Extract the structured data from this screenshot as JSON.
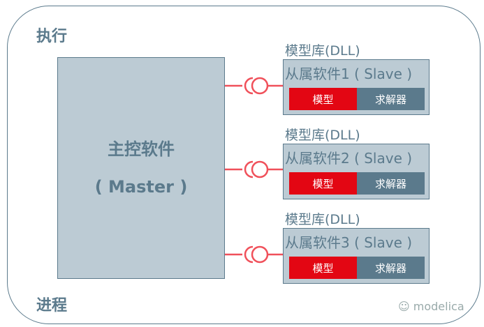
{
  "labels": {
    "top_left": "执行",
    "bottom_left": "进程"
  },
  "master": {
    "title": "主控软件",
    "subtitle": "( Master )"
  },
  "slaves": [
    {
      "library": "模型库(DLL)",
      "title": "从属软件1 ( Slave )",
      "model": "模型",
      "solver": "求解器"
    },
    {
      "library": "模型库(DLL)",
      "title": "从属软件2 ( Slave )",
      "model": "模型",
      "solver": "求解器"
    },
    {
      "library": "模型库(DLL)",
      "title": "从属软件3 ( Slave )",
      "model": "模型",
      "solver": "求解器"
    }
  ],
  "watermark": "modelica",
  "colors": {
    "accent": "#5b7a8c",
    "fill": "#bccbd4",
    "model": "#e30613",
    "connector": "#f0505a"
  }
}
